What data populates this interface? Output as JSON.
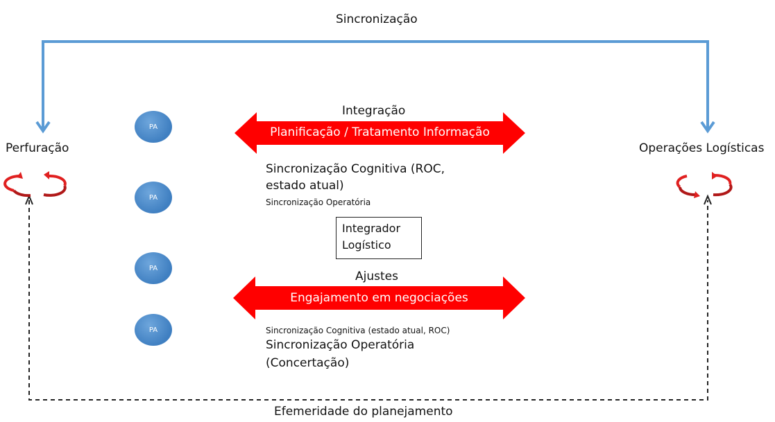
{
  "top_label": "Sincronização",
  "bottom_label": "Efemeridade do planejamento",
  "left_node": {
    "label": "Perfuração"
  },
  "right_node": {
    "label": "Operações Logísticas"
  },
  "pa_label": "PA",
  "pa_nodes": [
    "PA",
    "PA",
    "PA",
    "PA"
  ],
  "top_arrow": {
    "title": "Integração",
    "text": "Planificação / Tratamento Informação"
  },
  "bottom_arrow": {
    "title": "Ajustes",
    "text": "Engajamento em negociações"
  },
  "cognitive_sync_top": {
    "line1": "Sincronização Cognitiva (ROC,",
    "line2": "estado atual)",
    "small": "Sincronização Operatória"
  },
  "integrator": {
    "line1": "Integrador",
    "line2": "Logístico"
  },
  "cognitive_sync_bottom": {
    "small": "Sincronização Cognitiva (estado atual, ROC)",
    "line1": "Sincronização Operatória",
    "line2": "(Concertação)"
  },
  "colors": {
    "blue_connector": "#5b9bd5",
    "red_arrow": "#ff0000",
    "cycle_red": "#e02020",
    "pa_blue": "#4a89cc",
    "dashed": "#222222"
  },
  "icons": [
    "cycle-icon",
    "cycle-icon"
  ]
}
